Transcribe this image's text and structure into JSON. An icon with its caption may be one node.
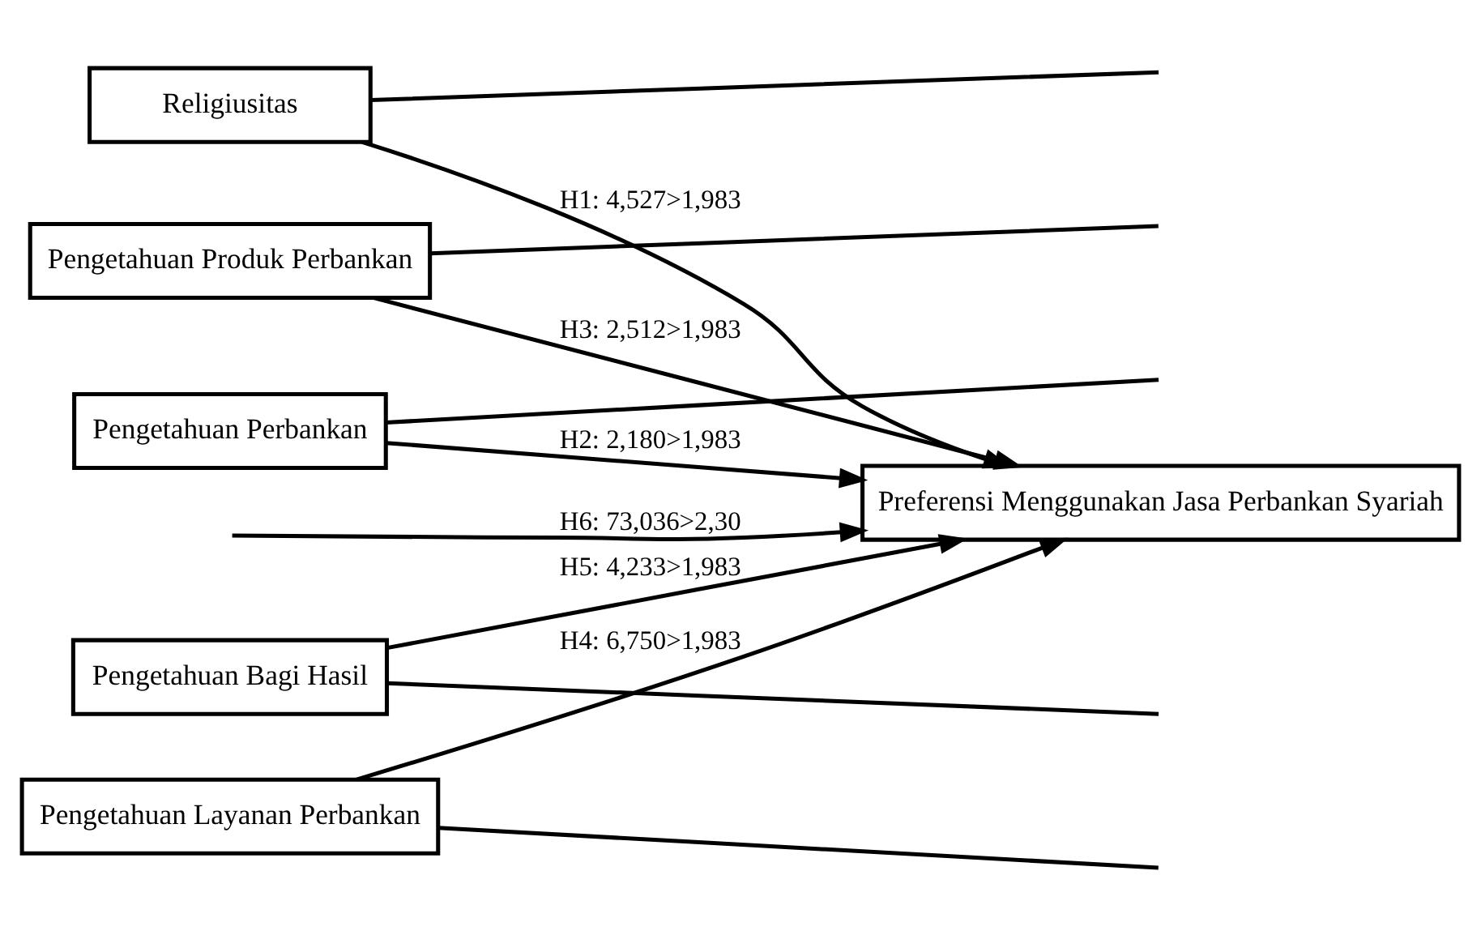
{
  "diagram": {
    "nodes": [
      {
        "text": [
          "Religiusitas"
        ]
      },
      {
        "text": [
          "Pengetahuan Perbankan"
        ]
      },
      {
        "text": [
          "Pengetahuan Produk Perbankan"
        ]
      },
      {
        "text": [
          "Pengetahuan Layanan Perbankan"
        ]
      },
      {
        "text": [
          "Pengetahuan Bagi Hasil"
        ]
      },
      {
        "text": [
          "Preferensi Menggunakan Jasa Perbankan Syariah"
        ]
      }
    ],
    "edges": [
      {
        "from": 0,
        "to": 5,
        "arrow": "to",
        "label": "H1: 4,527>1,983"
      },
      {
        "from": 1,
        "to": 5,
        "arrow": "to",
        "label": "H2: 2,180>1,983"
      },
      {
        "from": 2,
        "to": 5,
        "arrow": "to",
        "label": "H3: 2,512>1,983"
      },
      {
        "from": 3,
        "to": 5,
        "arrow": "to",
        "label": "H4: 6,750>1,983"
      },
      {
        "from": 4,
        "to": 5,
        "arrow": "to",
        "label": "H5: 4,233>1,983"
      },
      {
        "from": 0,
        "to": null,
        "arrow": "none"
      },
      {
        "from": 1,
        "to": null,
        "arrow": "none"
      },
      {
        "from": 2,
        "to": null,
        "arrow": "none"
      },
      {
        "from": 3,
        "to": null,
        "arrow": "none"
      },
      {
        "from": 4,
        "to": null,
        "arrow": "none"
      },
      {
        "from": null,
        "to": 5,
        "arrow": "to",
        "label": "H6: 73,036>2,30"
      }
    ]
  }
}
